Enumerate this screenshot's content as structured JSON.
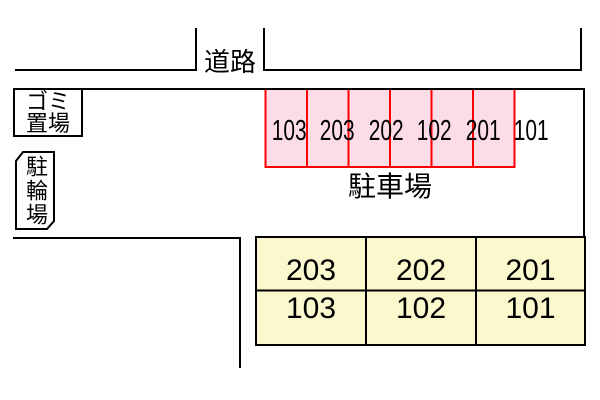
{
  "road": {
    "label": "道路"
  },
  "garbage": {
    "line1": "ゴミ",
    "line2": "置場"
  },
  "bicycle": {
    "label": "駐輪場"
  },
  "parking": {
    "label": "駐車場",
    "spaces": [
      "103",
      "203",
      "202",
      "102",
      "201",
      "101"
    ]
  },
  "building": {
    "rows": [
      [
        "203",
        "202",
        "201"
      ],
      [
        "103",
        "102",
        "101"
      ]
    ]
  },
  "colors": {
    "space_fill": "#FBDCE7",
    "space_border": "#FF0000",
    "room_fill": "#FBF8CE",
    "line": "#000000"
  }
}
